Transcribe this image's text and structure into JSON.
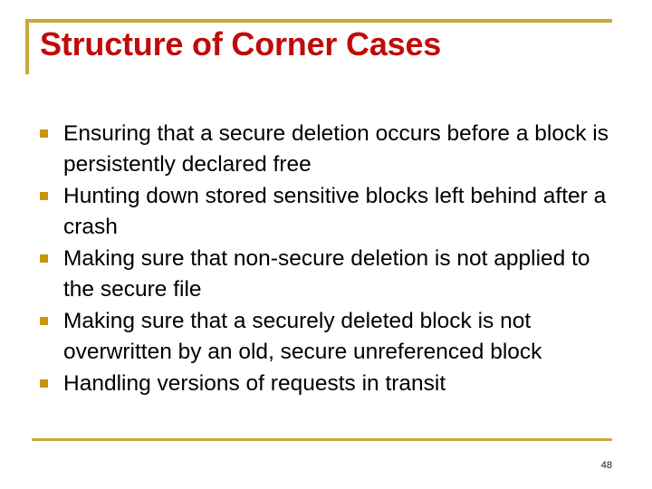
{
  "slide": {
    "title": "Structure of Corner Cases",
    "title_color": "#c00b0b",
    "accent_color": "#c9a83c",
    "bullet_color": "#c8960c",
    "background_color": "#ffffff",
    "bullets": [
      "Ensuring that a secure deletion occurs before a block is persistently declared free",
      "Hunting down stored sensitive blocks left behind after a crash",
      "Making sure that non-secure deletion is not applied to the secure file",
      "Making sure that a securely deleted block is not overwritten by an old, secure unreferenced block",
      "Handling versions of requests in transit"
    ],
    "page_number": "48"
  }
}
